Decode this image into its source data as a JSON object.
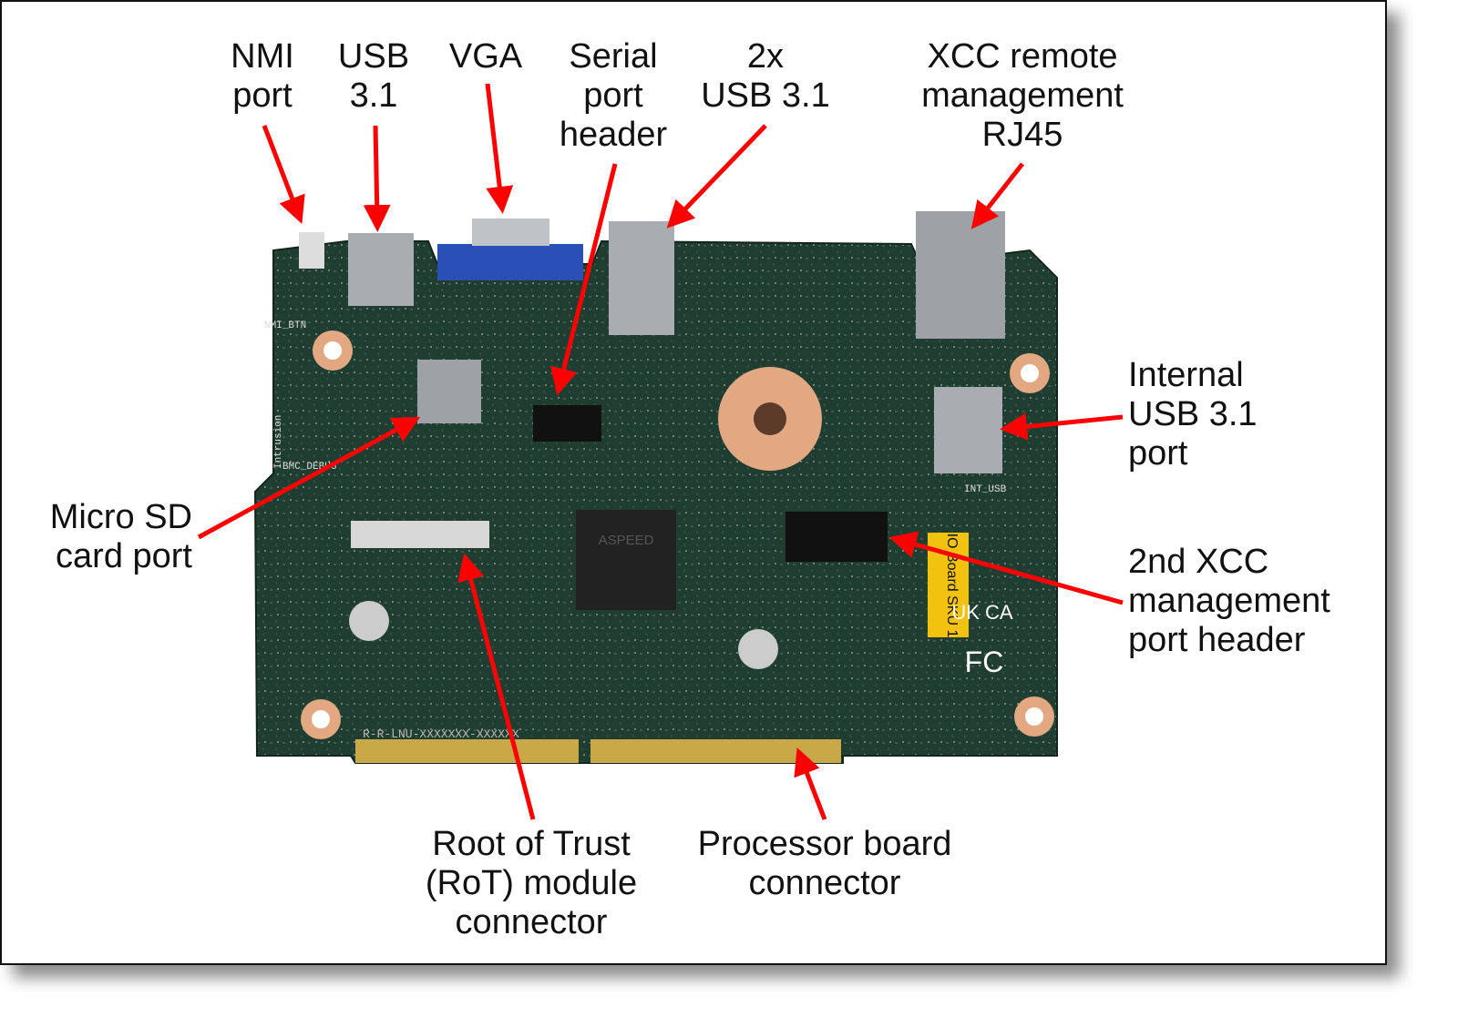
{
  "labels": {
    "nmi_port": [
      "NMI",
      "port"
    ],
    "usb_front": [
      "USB",
      "3.1"
    ],
    "vga": [
      "VGA"
    ],
    "serial_port_header": [
      "Serial",
      "port",
      "header"
    ],
    "dual_usb": [
      "2x",
      "USB 3.1"
    ],
    "xcc_rj45": [
      "XCC remote",
      "management",
      "RJ45"
    ],
    "internal_usb": [
      "Internal",
      "USB 3.1",
      "port"
    ],
    "second_xcc_header": [
      "2nd XCC",
      "management",
      "port header"
    ],
    "micro_sd": [
      "Micro SD",
      "card port"
    ],
    "rot_connector": [
      "Root of Trust",
      "(RoT) module",
      "connector"
    ],
    "processor_connector": [
      "Processor board",
      "connector"
    ]
  },
  "board_markings": {
    "chip": "ASPEED",
    "sku_label": "IO Board SKU 1",
    "ukca": "UK CA",
    "fcc": "FC",
    "part_text": "R-R-LNU-XXXXXXX-XXXXXX",
    "nmi_btn": "NMI_BTN",
    "int_usb": "INT_USB",
    "intrusion": "Intrusion",
    "bmc_debug": "BMC_DEBUG"
  },
  "colors": {
    "arrow": "#ff0000",
    "board": "#1e3a2e",
    "text": "#111111"
  }
}
